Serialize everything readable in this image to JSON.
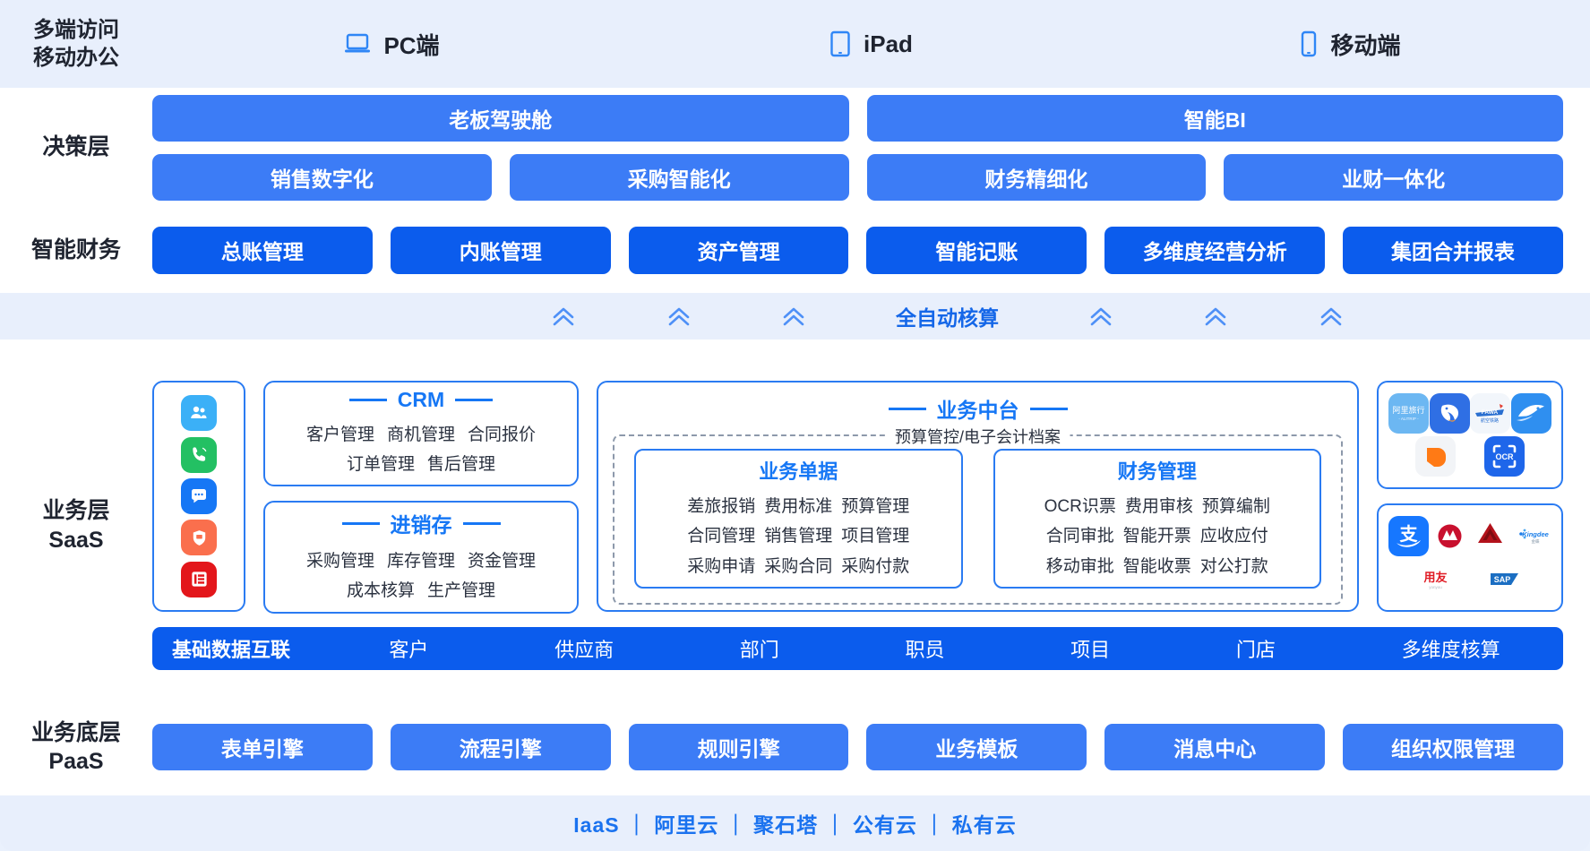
{
  "layers": {
    "access": "多端访问\n移动办公",
    "access_line1": "多端访问",
    "access_line2": "移动办公",
    "decision": "决策层",
    "finance": "智能财务",
    "business_line1": "业务层",
    "business_line2": "SaaS",
    "paas_line1": "业务底层",
    "paas_line2": "PaaS"
  },
  "devices": [
    {
      "icon": "laptop-icon",
      "label": "PC端"
    },
    {
      "icon": "tablet-icon",
      "label": "iPad"
    },
    {
      "icon": "phone-icon",
      "label": "移动端"
    }
  ],
  "decision": {
    "top": [
      {
        "label": "老板驾驶舱"
      },
      {
        "label": "智能BI"
      }
    ],
    "bottom": [
      {
        "label": "销售数字化"
      },
      {
        "label": "采购智能化"
      },
      {
        "label": "财务精细化"
      },
      {
        "label": "业财一体化"
      }
    ]
  },
  "finance": {
    "items": [
      {
        "label": "总账管理"
      },
      {
        "label": "内账管理"
      },
      {
        "label": "资产管理"
      },
      {
        "label": "智能记账"
      },
      {
        "label": "多维度经营分析"
      },
      {
        "label": "集团合并报表"
      }
    ]
  },
  "automation": {
    "label": "全自动核算",
    "chevron_count_left": 3,
    "chevron_count_right": 3,
    "icon": "double-chevron-up-icon"
  },
  "business": {
    "app_icons": [
      {
        "name": "contacts-icon",
        "color": "#3bb0f7",
        "glyph": "people"
      },
      {
        "name": "phone-call-icon",
        "color": "#23c063",
        "glyph": "phone"
      },
      {
        "name": "chat-message-icon",
        "color": "#1677f5",
        "glyph": "chat"
      },
      {
        "name": "shield-work-icon",
        "color": "#fa6f4d",
        "glyph": "shield"
      },
      {
        "name": "list-board-icon",
        "color": "#e3161b",
        "glyph": "list"
      }
    ],
    "crm": {
      "title": "CRM",
      "lines": [
        [
          "客户管理",
          "商机管理",
          "合同报价"
        ],
        [
          "订单管理",
          "售后管理"
        ]
      ]
    },
    "inventory": {
      "title": "进销存",
      "lines": [
        [
          "采购管理",
          "库存管理",
          "资金管理"
        ],
        [
          "成本核算",
          "生产管理"
        ]
      ]
    },
    "middle_platform": {
      "title": "业务中台",
      "dashed_caption": "预算管控/电子会计档案",
      "boxes": [
        {
          "title": "业务单据",
          "lines": [
            [
              "差旅报销",
              "费用标准",
              "预算管理"
            ],
            [
              "合同管理",
              "销售管理",
              "项目管理"
            ],
            [
              "采购申请",
              "采购合同",
              "采购付款"
            ]
          ]
        },
        {
          "title": "财务管理",
          "lines": [
            [
              "OCR识票",
              "费用审核",
              "预算编制"
            ],
            [
              "合同审批",
              "智能开票",
              "应收应付"
            ],
            [
              "移动审批",
              "智能收票",
              "对公打款"
            ]
          ]
        }
      ]
    },
    "partner_logos_top": [
      {
        "name": "alitrip-logo",
        "text": "阿里旅行",
        "sub": "A L I T R I P",
        "bg": "#6cb7f2",
        "fg": "#ffffff"
      },
      {
        "name": "dolphin-travel-logo",
        "text": "",
        "bg": "#2f6fe4",
        "fg": "#ffffff"
      },
      {
        "name": "flight-rail-logo",
        "text": "FAWA",
        "sub": "航空铁路",
        "bg": "#f2f6fb",
        "fg": "#1f63c8"
      },
      {
        "name": "train-ticket-logo",
        "text": "",
        "bg": "#2f8ff0",
        "fg": "#ffffff"
      },
      {
        "name": "didi-logo",
        "text": "",
        "bg": "#f2f4f7",
        "fg": "#ff7a15"
      },
      {
        "name": "ocr-logo",
        "text": "OCR",
        "bg": "#1e66ea",
        "fg": "#ffffff"
      }
    ],
    "partner_logos_bottom": [
      {
        "name": "alipay-logo",
        "text": "支",
        "bg": "#1677ff",
        "fg": "#ffffff"
      },
      {
        "name": "cmb-bank-logo",
        "text": "",
        "bg": "#ffffff",
        "fg": "#c8102e"
      },
      {
        "name": "ccb-bank-logo",
        "text": "",
        "bg": "#ffffff",
        "fg": "#b3121b"
      },
      {
        "name": "kingdee-logo",
        "text": "Kingdee",
        "sub": "金蝶",
        "bg": "#ffffff",
        "fg": "#1a7de8"
      },
      {
        "name": "yonyou-logo",
        "text": "用友",
        "sub": "yonyou",
        "bg": "#ffffff",
        "fg": "#e01b24"
      },
      {
        "name": "sap-logo",
        "text": "SAP",
        "bg": "#ffffff",
        "fg": "#1b6ec2"
      }
    ],
    "data_bar": {
      "lead": "基础数据互联",
      "items": [
        "客户",
        "供应商",
        "部门",
        "职员",
        "项目",
        "门店",
        "多维度核算"
      ]
    }
  },
  "paas": {
    "items": [
      {
        "label": "表单引擎"
      },
      {
        "label": "流程引擎"
      },
      {
        "label": "规则引擎"
      },
      {
        "label": "业务模板"
      },
      {
        "label": "消息中心"
      },
      {
        "label": "组织权限管理"
      }
    ]
  },
  "iaas": {
    "label": "IaaS ｜ 阿里云 ｜ 聚石塔 ｜ 公有云 ｜ 私有云"
  },
  "colors": {
    "light_blue": "#3c7cf6",
    "dark_blue": "#0b5ced",
    "band_bg": "#e8effc",
    "accent": "#1677f5"
  }
}
